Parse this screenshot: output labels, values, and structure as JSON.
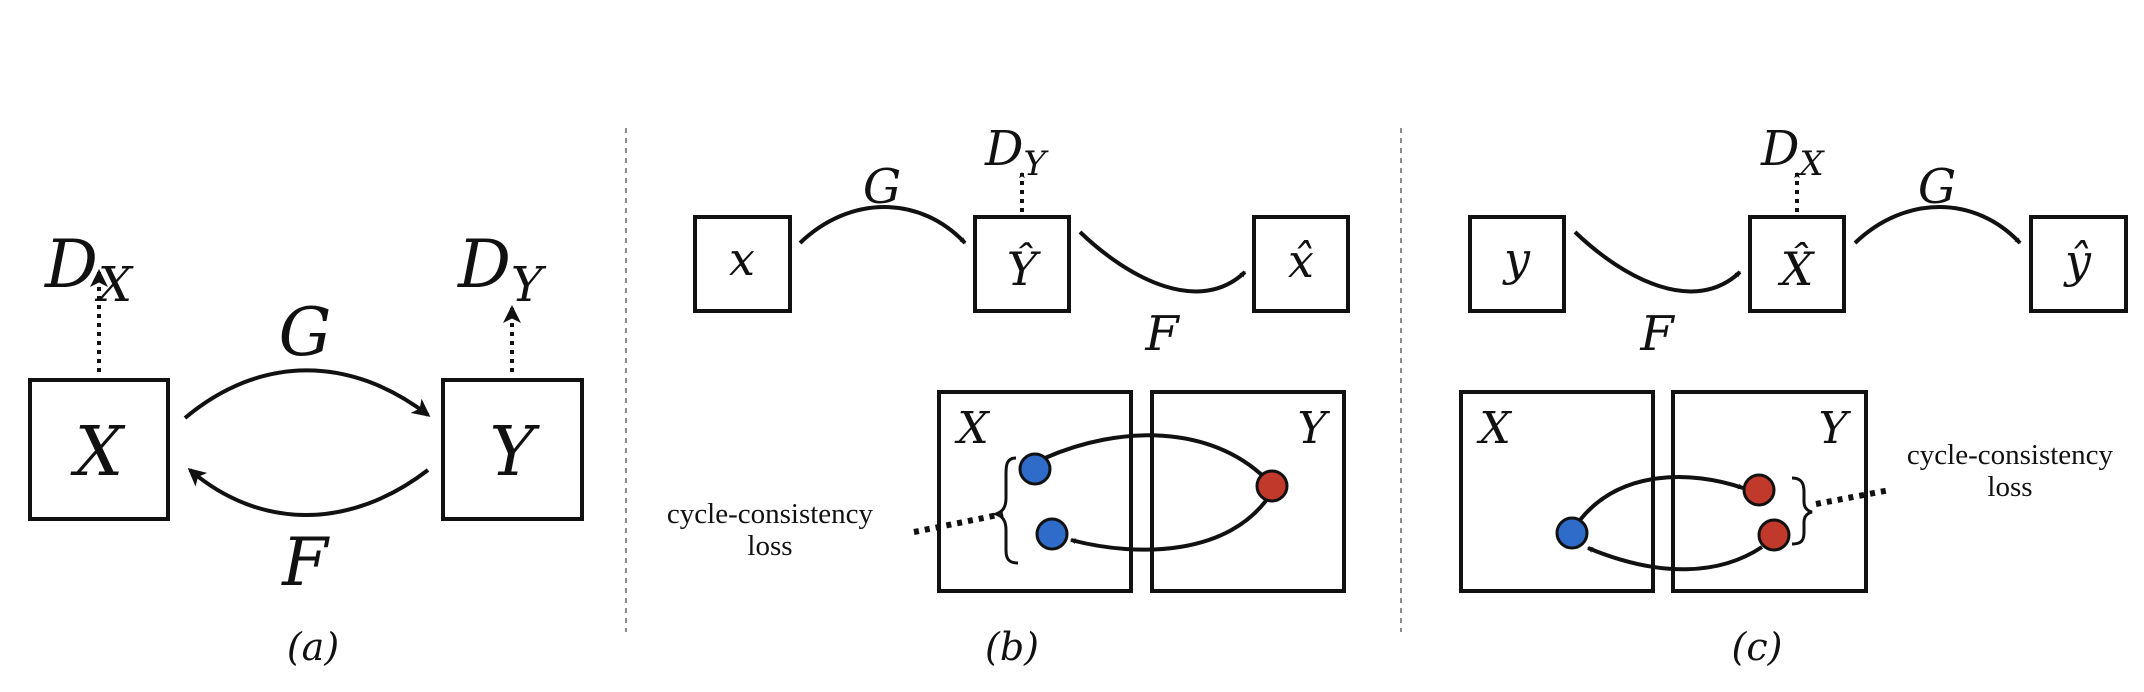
{
  "colors": {
    "blue": "#2f6bc9",
    "red": "#c0392b",
    "stroke": "#111111"
  },
  "panel_a": {
    "caption": "(a)",
    "box_x": "X",
    "box_y": "Y",
    "disc_x": "D",
    "disc_x_sub": "X",
    "disc_y": "D",
    "disc_y_sub": "Y",
    "arrow_g": "G",
    "arrow_f": "F"
  },
  "panel_b": {
    "caption": "(b)",
    "box_1": "x",
    "box_2": "Ŷ",
    "box_3": "x̂",
    "disc": "D",
    "disc_sub": "Y",
    "arrow_g": "G",
    "arrow_f": "F",
    "domain_left": "X",
    "domain_right": "Y",
    "loss_line1": "cycle-consistency",
    "loss_line2": "loss"
  },
  "panel_c": {
    "caption": "(c)",
    "box_1": "y",
    "box_2": "X̂",
    "box_3": "ŷ",
    "disc": "D",
    "disc_sub": "X",
    "arrow_g": "G",
    "arrow_f": "F",
    "domain_left": "X",
    "domain_right": "Y",
    "loss_line1": "cycle-consistency",
    "loss_line2": "loss"
  }
}
